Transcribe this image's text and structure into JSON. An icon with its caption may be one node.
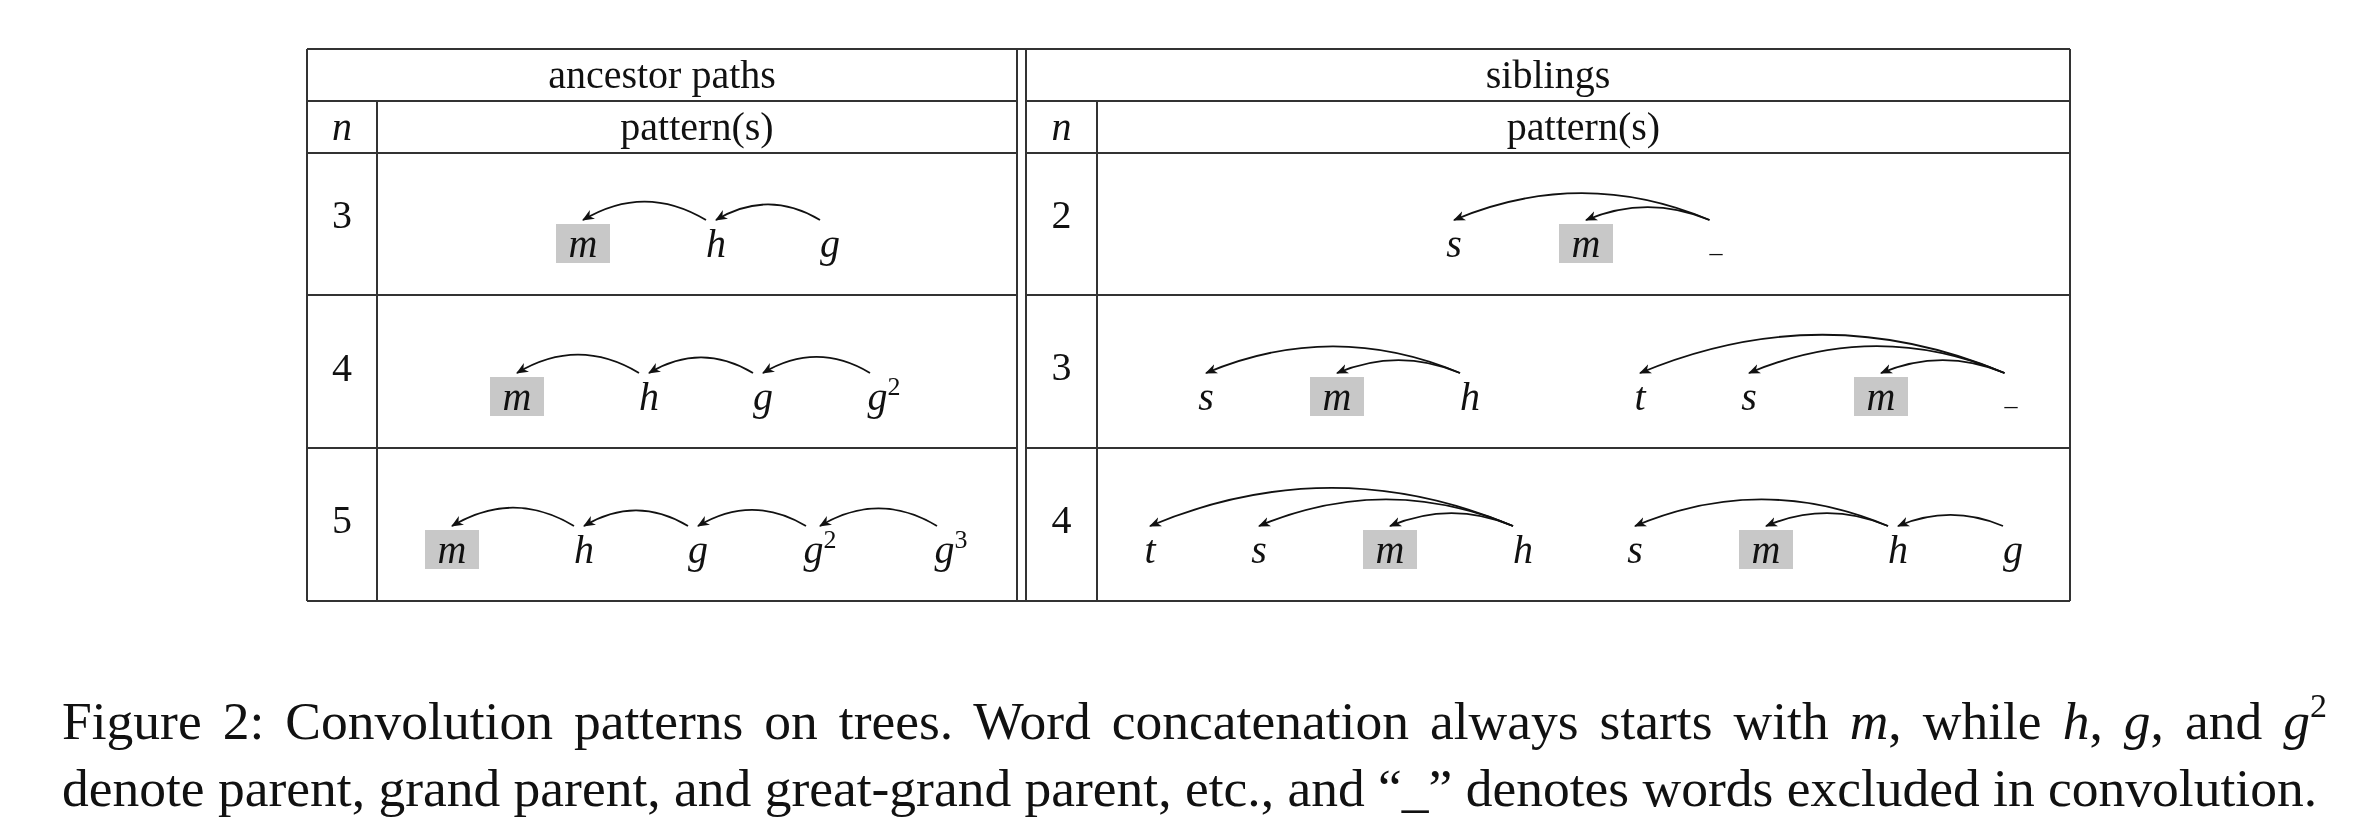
{
  "diagram": {
    "caption": "Figure 2: Convolution patterns on trees. Word concatenation always starts with *m*, while *h*, *g*, and *g*$^{2}$ denote parent, grand parent, and great-grand parent, etc., and “_” denotes words excluded in convolution.",
    "nodes": [
      {
        "text": [
          "m"
        ]
      },
      {
        "text": [
          "h"
        ]
      },
      {
        "text": [
          "g"
        ]
      },
      {
        "text": [
          "s"
        ]
      },
      {
        "text": [
          "m"
        ]
      },
      {
        "text": [
          "_"
        ]
      },
      {
        "text": [
          "m"
        ]
      },
      {
        "text": [
          "h"
        ]
      },
      {
        "text": [
          "g"
        ]
      },
      {
        "text": [
          "g$^{2}$"
        ]
      },
      {
        "text": [
          "s"
        ]
      },
      {
        "text": [
          "m"
        ]
      },
      {
        "text": [
          "h"
        ]
      },
      {
        "text": [
          "t"
        ]
      },
      {
        "text": [
          "s"
        ]
      },
      {
        "text": [
          "m"
        ]
      },
      {
        "text": [
          "_"
        ]
      },
      {
        "text": [
          "m"
        ]
      },
      {
        "text": [
          "h"
        ]
      },
      {
        "text": [
          "g"
        ]
      },
      {
        "text": [
          "g$^{2}$"
        ]
      },
      {
        "text": [
          "g$^{3}$"
        ]
      },
      {
        "text": [
          "t"
        ]
      },
      {
        "text": [
          "s"
        ]
      },
      {
        "text": [
          "m"
        ]
      },
      {
        "text": [
          "h"
        ]
      },
      {
        "text": [
          "s"
        ]
      },
      {
        "text": [
          "m"
        ]
      },
      {
        "text": [
          "h"
        ]
      },
      {
        "text": [
          "g"
        ]
      }
    ],
    "edges": [
      {
        "from": 1,
        "to": 0,
        "arrow": "to"
      },
      {
        "from": 2,
        "to": 1,
        "arrow": "to"
      },
      {
        "from": 5,
        "to": 3,
        "arrow": "to"
      },
      {
        "from": 5,
        "to": 4,
        "arrow": "to"
      },
      {
        "from": 7,
        "to": 6,
        "arrow": "to"
      },
      {
        "from": 8,
        "to": 7,
        "arrow": "to"
      },
      {
        "from": 9,
        "to": 8,
        "arrow": "to"
      },
      {
        "from": 12,
        "to": 10,
        "arrow": "to"
      },
      {
        "from": 12,
        "to": 11,
        "arrow": "to"
      },
      {
        "from": 16,
        "to": 13,
        "arrow": "to"
      },
      {
        "from": 16,
        "to": 14,
        "arrow": "to"
      },
      {
        "from": 16,
        "to": 15,
        "arrow": "to"
      },
      {
        "from": 18,
        "to": 17,
        "arrow": "to"
      },
      {
        "from": 19,
        "to": 18,
        "arrow": "to"
      },
      {
        "from": 20,
        "to": 19,
        "arrow": "to"
      },
      {
        "from": 21,
        "to": 20,
        "arrow": "to"
      },
      {
        "from": 25,
        "to": 22,
        "arrow": "to"
      },
      {
        "from": 25,
        "to": 23,
        "arrow": "to"
      },
      {
        "from": 25,
        "to": 24,
        "arrow": "to"
      },
      {
        "from": 28,
        "to": 26,
        "arrow": "to"
      },
      {
        "from": 28,
        "to": 27,
        "arrow": "to"
      },
      {
        "from": 29,
        "to": 28,
        "arrow": "to"
      }
    ],
    "labels": [
      "ancestor paths",
      "siblings",
      "n",
      "pattern(s)",
      "n",
      "pattern(s)",
      "3",
      "2",
      "4",
      "3",
      "5",
      "4"
    ]
  }
}
